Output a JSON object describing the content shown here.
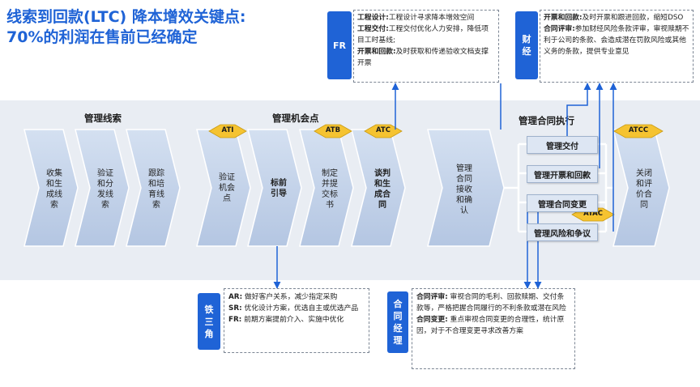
{
  "title": {
    "line1": "线索到回款(LTC) 降本增效关键点:",
    "line2": "70%的利润在售前已经确定"
  },
  "groups": {
    "leads": "管理线索",
    "opportunity": "管理机会点",
    "contract": "管理合同执行"
  },
  "chevrons": [
    {
      "id": "collect",
      "label": "收集\n和生\n成线\n索",
      "bold": false
    },
    {
      "id": "verify-distribute",
      "label": "验证\n和分\n发线\n索",
      "bold": false
    },
    {
      "id": "track-nurture",
      "label": "跟踪\n和培\n育线\n索",
      "bold": false
    },
    {
      "id": "verify-opp",
      "label": "验证\n机会\n点",
      "bold": false
    },
    {
      "id": "bid-guide",
      "label": "标前\n引导",
      "bold": true
    },
    {
      "id": "make-bid",
      "label": "制定\n并提\n交标\n书",
      "bold": false
    },
    {
      "id": "negotiate",
      "label": "谈判\n和生\n成合\n同",
      "bold": true
    },
    {
      "id": "manage-contract",
      "label": "管理\n合同\n接收\n和确\n认",
      "bold": false
    },
    {
      "id": "close-eval",
      "label": "关闭\n和评\n价合\n同",
      "bold": false
    }
  ],
  "milestones": {
    "ati": "ATI",
    "atb": "ATB",
    "atc": "ATC",
    "atac": "ATAC",
    "atcc": "ATCC"
  },
  "contract_items": [
    "管理交付",
    "管理开票和回款",
    "管理合同变更",
    "管理风险和争议"
  ],
  "fr_note": {
    "tag": "FR",
    "items": [
      {
        "key": "工程设计:",
        "text": "工程设计寻求降本增效空间"
      },
      {
        "key": "工程交付:",
        "text": "工程交付优化人力安排，降低项目工时基线;"
      },
      {
        "key": "开票和回款:",
        "text": "及时获取和传递验收文档支撑开票"
      }
    ]
  },
  "finance_note": {
    "tag": "财\n经",
    "items": [
      {
        "key": "开票和回款:",
        "text": "及时开票和跟进回款，缩短DSO"
      },
      {
        "key": "合同评审:",
        "text": "参加财经风险条款评审，审视赎期不利于公司的条款、会造成潜在罚款风险或其他义务的条款，提供专业意见"
      }
    ]
  },
  "iron_note": {
    "tag": "铁\n三\n角",
    "items": [
      {
        "key": "AR:",
        "text": "做好客户关系，减少指定采购"
      },
      {
        "key": "SR:",
        "text": "优化设计方案，优选自主或优选产品"
      },
      {
        "key": "FR:",
        "text": "前期方案提前介入、实施中优化"
      }
    ]
  },
  "cm_note": {
    "tag": "合\n同\n经\n理",
    "items": [
      {
        "key": "合同评审:",
        "text": "审视合同的毛利、回款赎期、交付条款等，严格把握合同履行的不利条款或潜在风险"
      },
      {
        "key": "合同变更:",
        "text": "重点审视合同变更的合理性，统计原因，对于不合理变更寻求改善方案"
      }
    ]
  },
  "colors": {
    "accent": "#1f63d6",
    "band": "#e9edf3",
    "chevron_fill": "#c4d3e9",
    "milestone": "#f5c331"
  }
}
